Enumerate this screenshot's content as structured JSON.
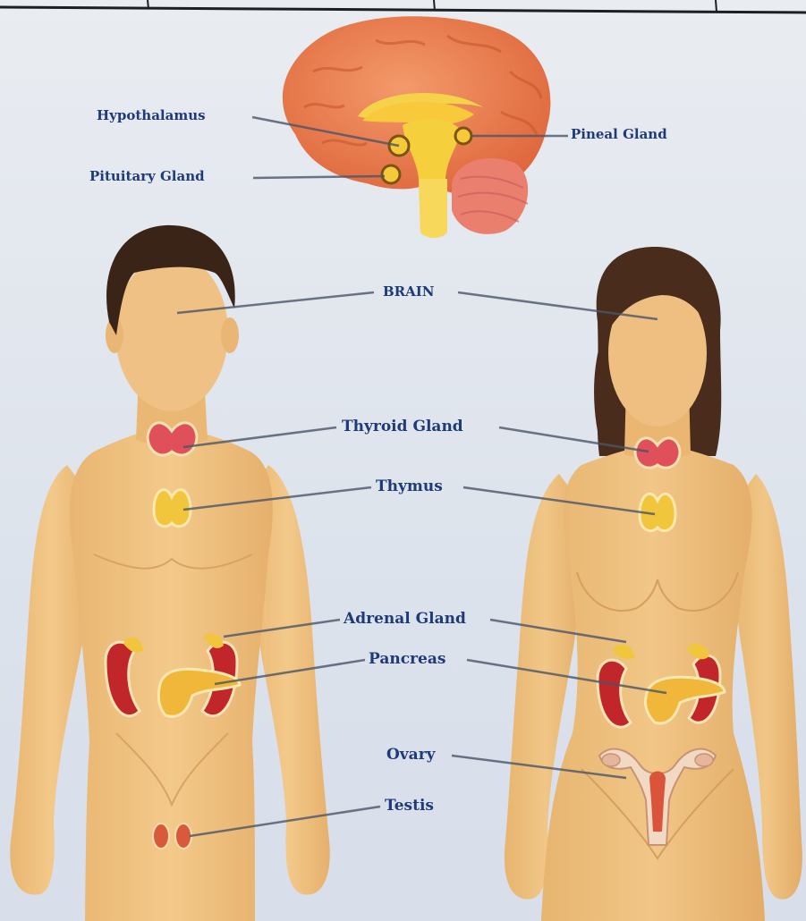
{
  "labels": {
    "hypothalamus": "Hypothalamus",
    "pituitary": "Pituitary Gland",
    "pineal": "Pineal Gland",
    "brain": "BRAIN",
    "thyroid": "Thyroid Gland",
    "thymus": "Thymus",
    "adrenal": "Adrenal Gland",
    "pancreas": "Pancreas",
    "ovary": "Ovary",
    "testis": "Testis"
  },
  "colors": {
    "label_text": "#1f3a78",
    "leader_line": "#4a5568",
    "skin": "#f1c27d",
    "brain": "#e8704a",
    "male_hair": "#3a2418",
    "female_hair": "#4a2c1c",
    "thyroid": "#e0505a",
    "thymus": "#f2c63c",
    "kidney": "#c0262a",
    "pancreas": "#f0b73a"
  }
}
